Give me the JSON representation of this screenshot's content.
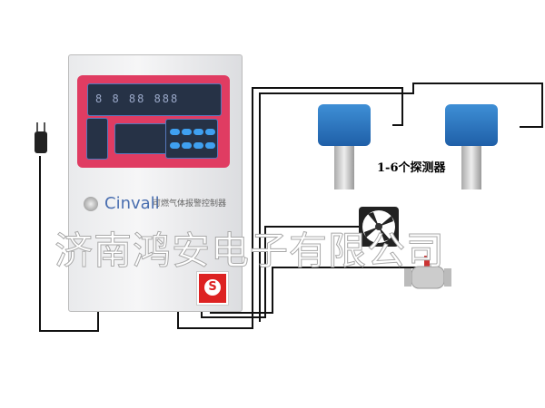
{
  "controller": {
    "brand": "Cinvall",
    "product_name": "可燃气体报警控制器",
    "led_display": "8 8 88 888"
  },
  "detector_label": "1-6个探测器",
  "watermark": "济南鸿安电子有限公司",
  "colors": {
    "face": "#e03c62",
    "detector": "#2a74c0",
    "wire": "#111111"
  }
}
